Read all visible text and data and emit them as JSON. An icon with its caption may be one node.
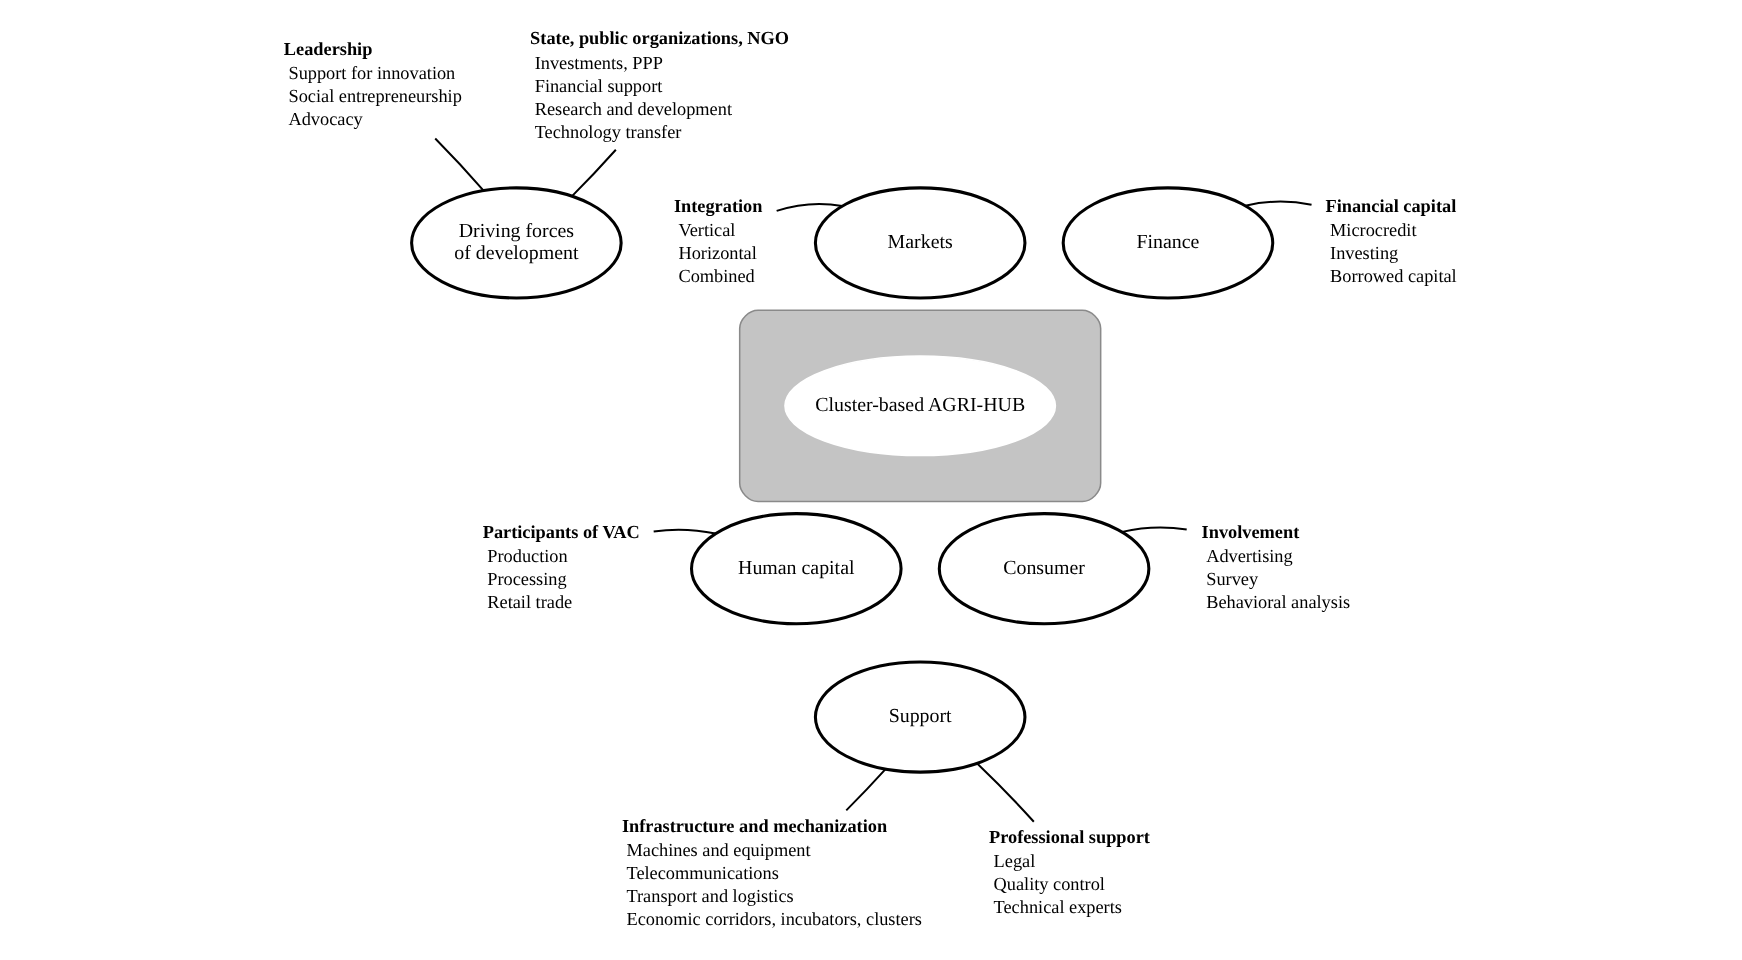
{
  "diagram": {
    "nodes": [
      {
        "text": [],
        "shape": "ellipse"
      },
      {
        "text": [
          "Cluster-based AGRI-HUB"
        ],
        "in": 0
      },
      {
        "text": [
          "Driving forces of development"
        ]
      },
      {
        "text": [
          "Markets"
        ]
      },
      {
        "text": [
          "Finance"
        ]
      },
      {
        "text": [
          "Human capital"
        ]
      },
      {
        "text": [
          "Consumer"
        ]
      },
      {
        "text": [
          "Support"
        ]
      },
      {
        "text": [
          "Leadership",
          "Support for innovation",
          "Social entrepreneurship",
          "Advocacy"
        ]
      },
      {
        "text": [
          "State, public organizations, NGO",
          "Investments, PPP",
          "Financial support",
          "Research and development",
          "Technology transfer"
        ]
      },
      {
        "text": [
          "Integration",
          "Vertical",
          "Horizontal",
          "Combined"
        ]
      },
      {
        "text": [
          "Financial capital",
          "Microcredit",
          "Investing",
          "Borrowed capital"
        ]
      },
      {
        "text": [
          "Participants of VAC",
          "Production",
          "Processing",
          "Retail trade"
        ]
      },
      {
        "text": [
          "Involvement",
          "Advertising",
          "Survey",
          "Behavioral analysis"
        ]
      },
      {
        "text": [
          "Infrastructure and mechanization",
          "Machines and equipment",
          "Telecommunications",
          "Transport and logistics",
          "Economic corridors, incubators, clusters"
        ]
      },
      {
        "text": [
          "Professional support",
          "Legal",
          "Quality control",
          "Technical experts"
        ]
      }
    ],
    "edges": [
      {
        "from": 2,
        "to": 8,
        "arrow": "none"
      },
      {
        "from": 2,
        "to": 9,
        "arrow": "none"
      },
      {
        "from": 3,
        "to": 10,
        "arrow": "none"
      },
      {
        "from": 4,
        "to": 11,
        "arrow": "none"
      },
      {
        "from": 5,
        "to": 12,
        "arrow": "none"
      },
      {
        "from": 6,
        "to": 13,
        "arrow": "none"
      },
      {
        "from": 7,
        "to": 14,
        "arrow": "none"
      },
      {
        "from": 7,
        "to": 15,
        "arrow": "none"
      }
    ]
  }
}
